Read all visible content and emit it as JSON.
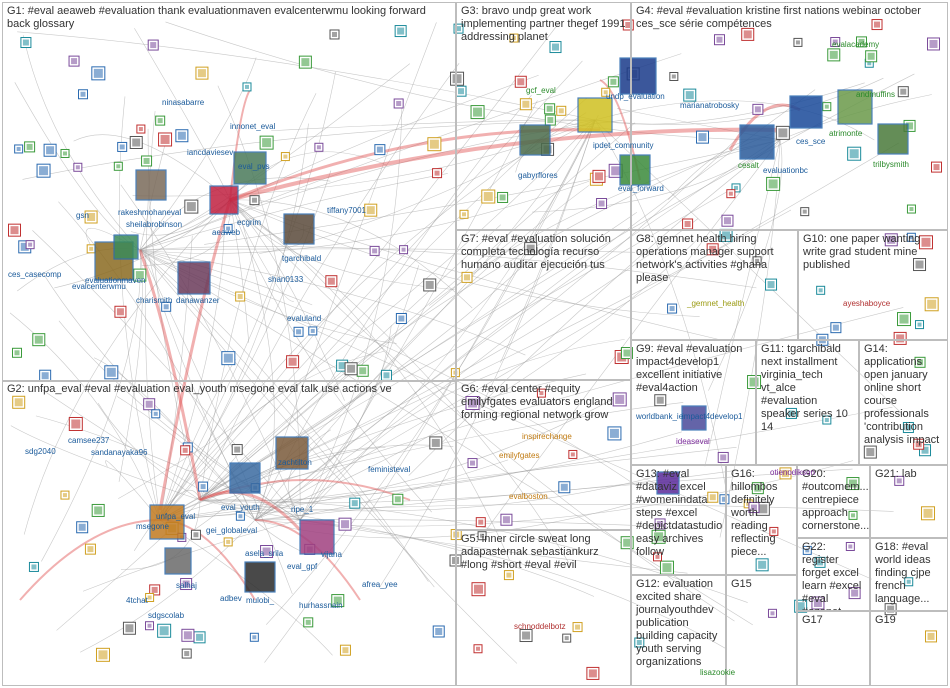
{
  "panels": [
    {
      "id": "G1",
      "title": "G1: #eval aeaweb #evaluation thank evaluationmaven evalcenterwmu looking forward back glossary"
    },
    {
      "id": "G3",
      "title": "G3: bravo undp great work implementing partner thegef 1991 addressing planet"
    },
    {
      "id": "G4",
      "title": "G4: #eval #evaluation kristine first nations webinar october ces_sce série compétences"
    },
    {
      "id": "G7",
      "title": "G7: #eval #evaluation solución completa tecnología recurso humano auditar ejecución tus"
    },
    {
      "id": "G8",
      "title": "G8: gemnet health hiring operations manager support network's activities #ghana please"
    },
    {
      "id": "G10",
      "title": "G10: one paper wanting write grad student mine published"
    },
    {
      "id": "G2",
      "title": "G2: unfpa_eval #eval #evaluation eval_youth msegone eval talk use actions ve"
    },
    {
      "id": "G6",
      "title": "G6: #eval center #equity emilyfgates evaluators england forming regional network grow"
    },
    {
      "id": "G9",
      "title": "G9: #eval #evaluation impact4develop1 excellent initiative #eval4action"
    },
    {
      "id": "G11",
      "title": "G11: tgarchibald next installment virginia_tech vt_alce #evaluation speaker series 10 14"
    },
    {
      "id": "G14",
      "title": "G14: applications open january online short course professionals 'contribution analysis impact"
    },
    {
      "id": "G5",
      "title": "G5: inner circle sweat long adapasternak sebastiankurz #long #short #eval #evil"
    },
    {
      "id": "G13",
      "title": "G13: #eval #dataviz excel #womenindata steps #excel #depictdatastudio easy archives follow"
    },
    {
      "id": "G16",
      "title": "G16: hillombos definitely worth reading reflecting piece..."
    },
    {
      "id": "G20",
      "title": "G20: #outcomem... centrepiece approach cornerstone..."
    },
    {
      "id": "G21",
      "title": "G21: lab"
    },
    {
      "id": "G22",
      "title": "G22: register forget excel learn #excel #eval #azenet..."
    },
    {
      "id": "G18",
      "title": "G18: #eval world ideas finding cjpe french language..."
    },
    {
      "id": "G12",
      "title": "G12: evaluation excited share journalyouthdev publication building capacity youth serving organizations"
    },
    {
      "id": "G15",
      "title": "G15"
    },
    {
      "id": "G17",
      "title": "G17"
    },
    {
      "id": "G19",
      "title": "G19"
    }
  ],
  "vertex_labels": [
    {
      "text": "ninasabarre"
    },
    {
      "text": "innonet_eval"
    },
    {
      "text": "iancdaviesev"
    },
    {
      "text": "eval_pvs"
    },
    {
      "text": "gsn"
    },
    {
      "text": "rakeshmohaneval"
    },
    {
      "text": "sheilabrobinson"
    },
    {
      "text": "aeaweb"
    },
    {
      "text": "ecgrim"
    },
    {
      "text": "tiffany7001"
    },
    {
      "text": "tgarchibald"
    },
    {
      "text": "shan0133"
    },
    {
      "text": "ces_casecomp"
    },
    {
      "text": "evalcenterwmu"
    },
    {
      "text": "evaluationmaven"
    },
    {
      "text": "charismith"
    },
    {
      "text": "danawanzer"
    },
    {
      "text": "evaluland"
    },
    {
      "text": "gcf_eval"
    },
    {
      "text": "undp_evaluation"
    },
    {
      "text": "marianatrobosky"
    },
    {
      "text": "ipdet_community"
    },
    {
      "text": "gabyrflores"
    },
    {
      "text": "eval_forward"
    },
    {
      "text": "evalacademy"
    },
    {
      "text": "andmuffins"
    },
    {
      "text": "atrimonte"
    },
    {
      "text": "trilbysmith"
    },
    {
      "text": "ces_sce"
    },
    {
      "text": "cesalt"
    },
    {
      "text": "evaluationbc"
    },
    {
      "text": "_gemnet_health"
    },
    {
      "text": "ayeshaboyce"
    },
    {
      "text": "camsee237"
    },
    {
      "text": "sdg2040"
    },
    {
      "text": "sandanayaka96"
    },
    {
      "text": "zachtilton"
    },
    {
      "text": "feministeval"
    },
    {
      "text": "eval_youth"
    },
    {
      "text": "unfpa_eval"
    },
    {
      "text": "msegone"
    },
    {
      "text": "gei_globaleval"
    },
    {
      "text": "asela_srila"
    },
    {
      "text": "eval_gpf"
    },
    {
      "text": "vijana"
    },
    {
      "text": "afrea_yee"
    },
    {
      "text": "ripe_1"
    },
    {
      "text": "salhaj"
    },
    {
      "text": "adbev"
    },
    {
      "text": "mulobi_"
    },
    {
      "text": "hurhassnain"
    },
    {
      "text": "4tchat"
    },
    {
      "text": "sdgscolab"
    },
    {
      "text": "inspirechange"
    },
    {
      "text": "emilyfgates"
    },
    {
      "text": "evalboston"
    },
    {
      "text": "schnoddelbotz"
    },
    {
      "text": "worldbank_ie"
    },
    {
      "text": "impact4develop1"
    },
    {
      "text": "ideaseval"
    },
    {
      "text": "otienodikson"
    },
    {
      "text": "lisazookie"
    }
  ]
}
